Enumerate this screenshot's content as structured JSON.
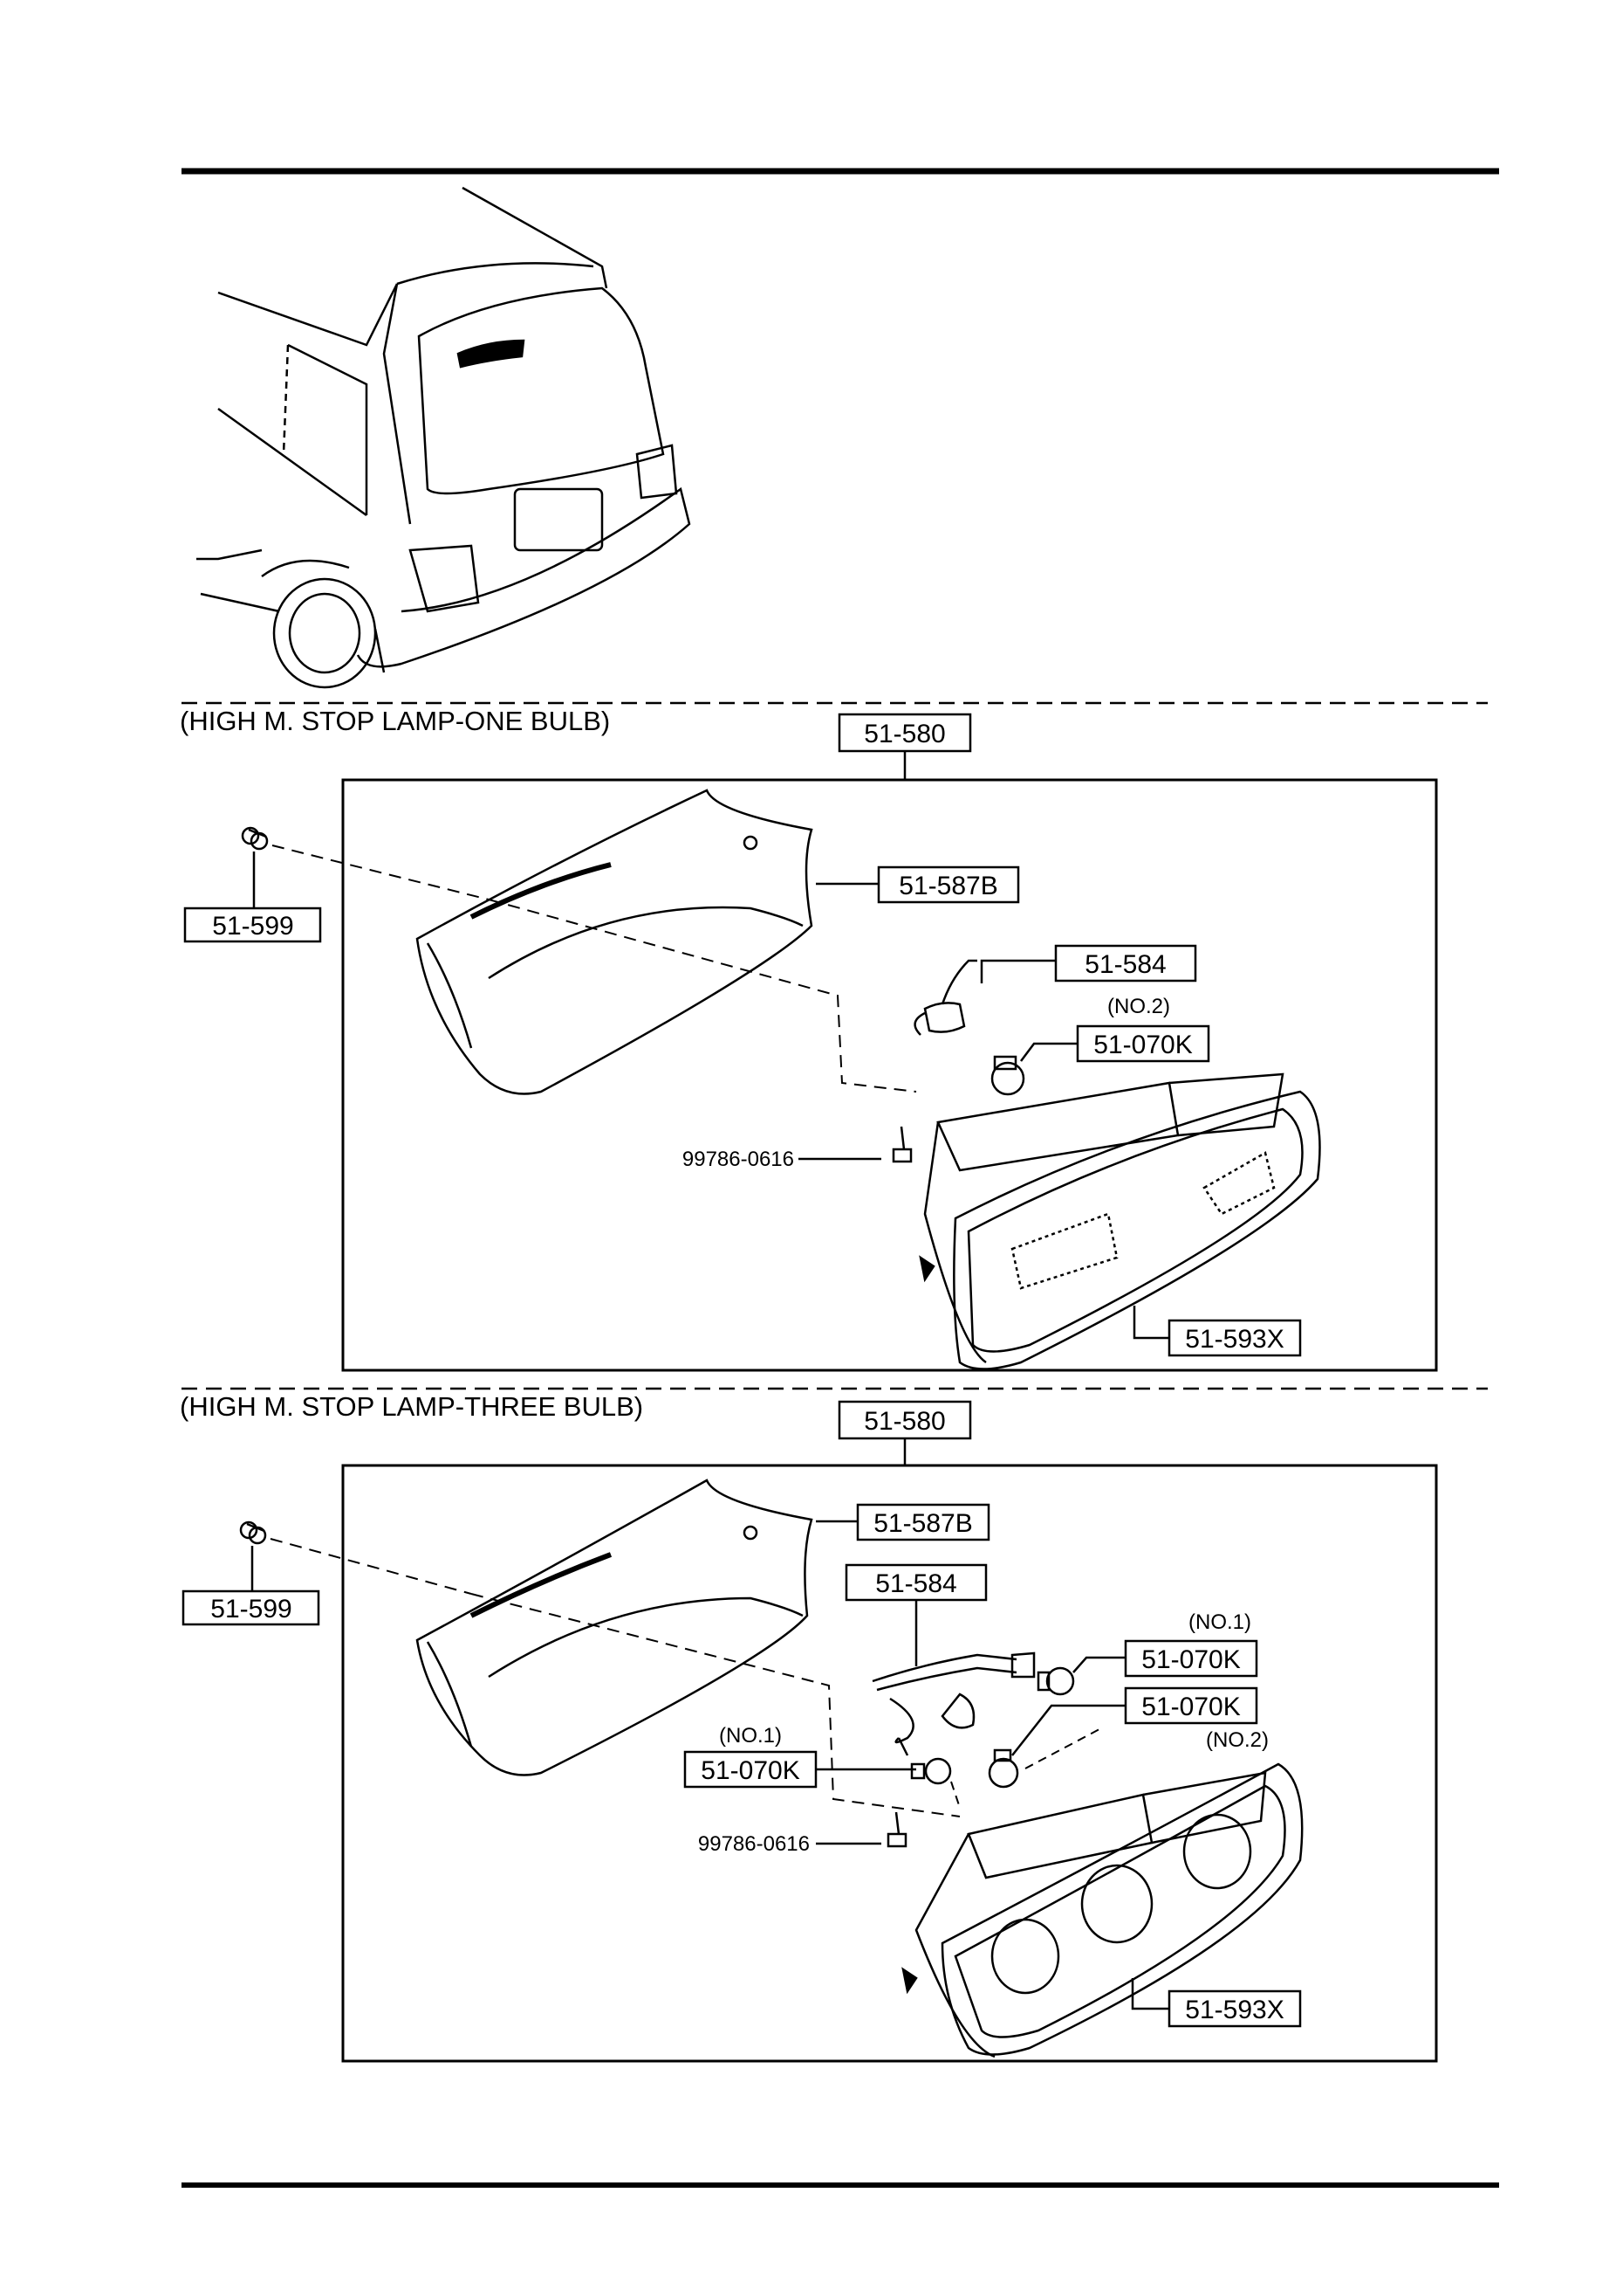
{
  "section_one": {
    "caption": "(HIGH M. STOP LAMP-ONE BULB)",
    "assembly": "51-580",
    "lens_cover": "51-587B",
    "clip": "51-599",
    "socket": "51-584",
    "bulb_no": "(NO.2)",
    "bulb": "51-070K",
    "screw": "99786-0616",
    "housing": "51-593X"
  },
  "section_three": {
    "caption": "(HIGH M. STOP LAMP-THREE  BULB)",
    "assembly": "51-580",
    "lens_cover": "51-587B",
    "clip": "51-599",
    "socket": "51-584",
    "bulb_a_no": "(NO.1)",
    "bulb_a": "51-070K",
    "bulb_b": "51-070K",
    "bulb_b_no": "(NO.2)",
    "bulb_c_no": "(NO.1)",
    "bulb_c": "51-070K",
    "screw": "99786-0616",
    "housing": "51-593X"
  },
  "icons": [
    "vehicle-rear-view",
    "lamp-cover",
    "lamp-housing",
    "bulb",
    "socket",
    "screw",
    "clip"
  ],
  "colors": {
    "ink": "#000000",
    "paper": "#ffffff"
  }
}
